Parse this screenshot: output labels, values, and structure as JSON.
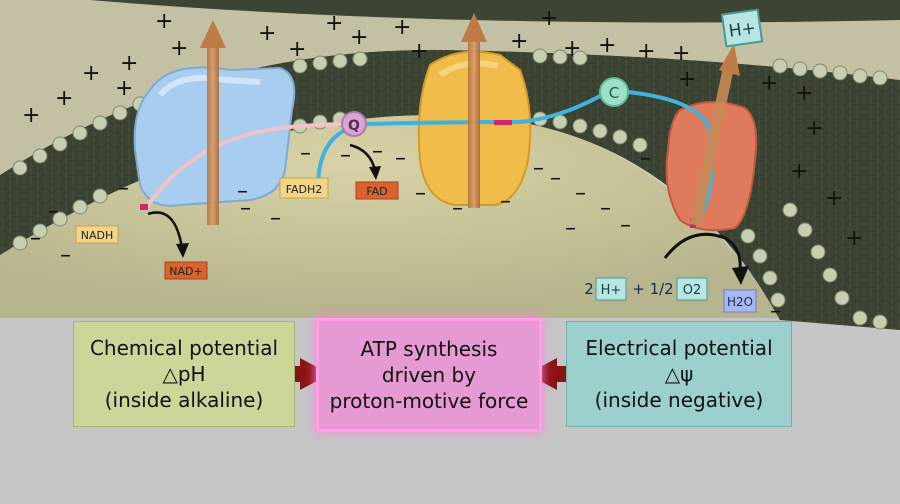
{
  "diagram": {
    "labels": {
      "nadh": "NADH",
      "nad_plus": "NAD+",
      "q": "Q",
      "c": "C",
      "fadh2": "FADH2",
      "fad": "FAD",
      "h_plus": "H+",
      "reaction_2": "2",
      "reaction_h": "H+",
      "reaction_half": "+ 1/2",
      "reaction_o2": "O2",
      "h2o": "H2O"
    },
    "charges": {
      "positive": "+",
      "negative": "–"
    }
  },
  "boxes": {
    "chemical": {
      "line1": "Chemical potential",
      "line2": "△pH",
      "line3": "(inside alkaline)"
    },
    "atp": {
      "line1": "ATP synthesis",
      "line2": "driven by",
      "line3": "proton-motive force"
    },
    "electrical": {
      "line1": "Electrical potential",
      "line2": "△ψ",
      "line3": "(inside negative)"
    }
  },
  "colors": {
    "membrane": "#3d4533",
    "matrix": "#c9c5a0",
    "complex1": "#a9cdee",
    "complex3": "#f0bc4a",
    "complex4": "#e07a5d",
    "electron_path": "#3fb3e0",
    "arrow_red": "#8a1414"
  }
}
